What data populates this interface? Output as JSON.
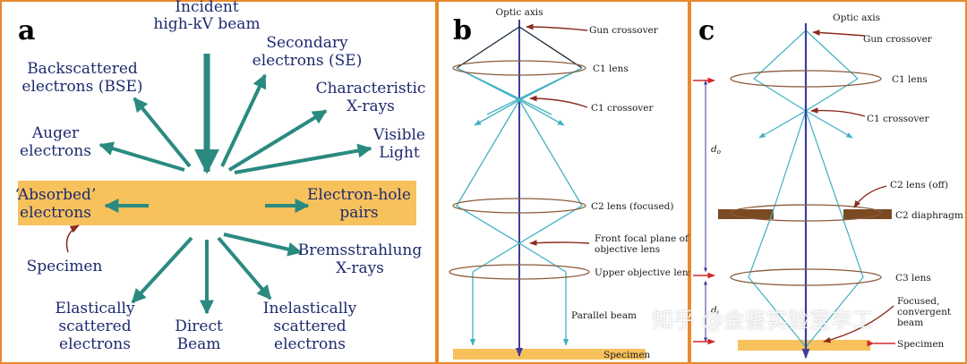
{
  "panel_a": {
    "letter": "a",
    "incident": [
      "Incident",
      "high-kV beam"
    ],
    "secondary": [
      "Secondary",
      "electrons (SE)"
    ],
    "backscattered": [
      "Backscattered",
      "electrons (BSE)"
    ],
    "characteristic": [
      "Characteristic",
      "X-rays"
    ],
    "auger": [
      "Auger",
      "electrons"
    ],
    "visible": [
      "Visible",
      "Light"
    ],
    "absorbed": [
      "‘Absorbed’",
      "electrons"
    ],
    "electron_hole": [
      "Electron-hole",
      "pairs"
    ],
    "specimen": "Specimen",
    "bremsstrahlung": [
      "Bremsstrahlung",
      "X-rays"
    ],
    "elastic": [
      "Elastically",
      "scattered",
      "electrons"
    ],
    "direct": [
      "Direct",
      "Beam"
    ],
    "inelastic": [
      "Inelastically",
      "scattered",
      "electrons"
    ],
    "colors": {
      "arrow": "#2a8a80",
      "band": "#f7c15c",
      "text": "#1e2a6e",
      "pointer": "#8b2a1f"
    }
  },
  "panel_b": {
    "letter": "b",
    "optic_axis": "Optic axis",
    "gun_crossover": "Gun crossover",
    "c1_lens": "C1 lens",
    "c1_crossover": "C1 crossover",
    "c2_lens": "C2 lens (focused)",
    "front_focal": [
      "Front focal plane of",
      "objective lens"
    ],
    "upper_objective": "Upper objective lens",
    "parallel_beam": "Parallel beam",
    "specimen": "Specimen"
  },
  "panel_c": {
    "letter": "c",
    "optic_axis": "Optic axis",
    "gun_crossover": "Gun crossover",
    "c1_lens": "C1 lens",
    "c1_crossover": "C1 crossover",
    "d_o": "d",
    "d_o_sub": "o",
    "c2_lens_off": "C2 lens (off)",
    "c2_diaphragm": "C2 diaphragm",
    "d_i": "d",
    "d_i_sub": "i",
    "c3_lens": "C3 lens",
    "focused": [
      "Focused,",
      "convergent",
      "beam"
    ],
    "specimen": "Specimen"
  },
  "watermark": "知乎 @金鉴实验室李工"
}
